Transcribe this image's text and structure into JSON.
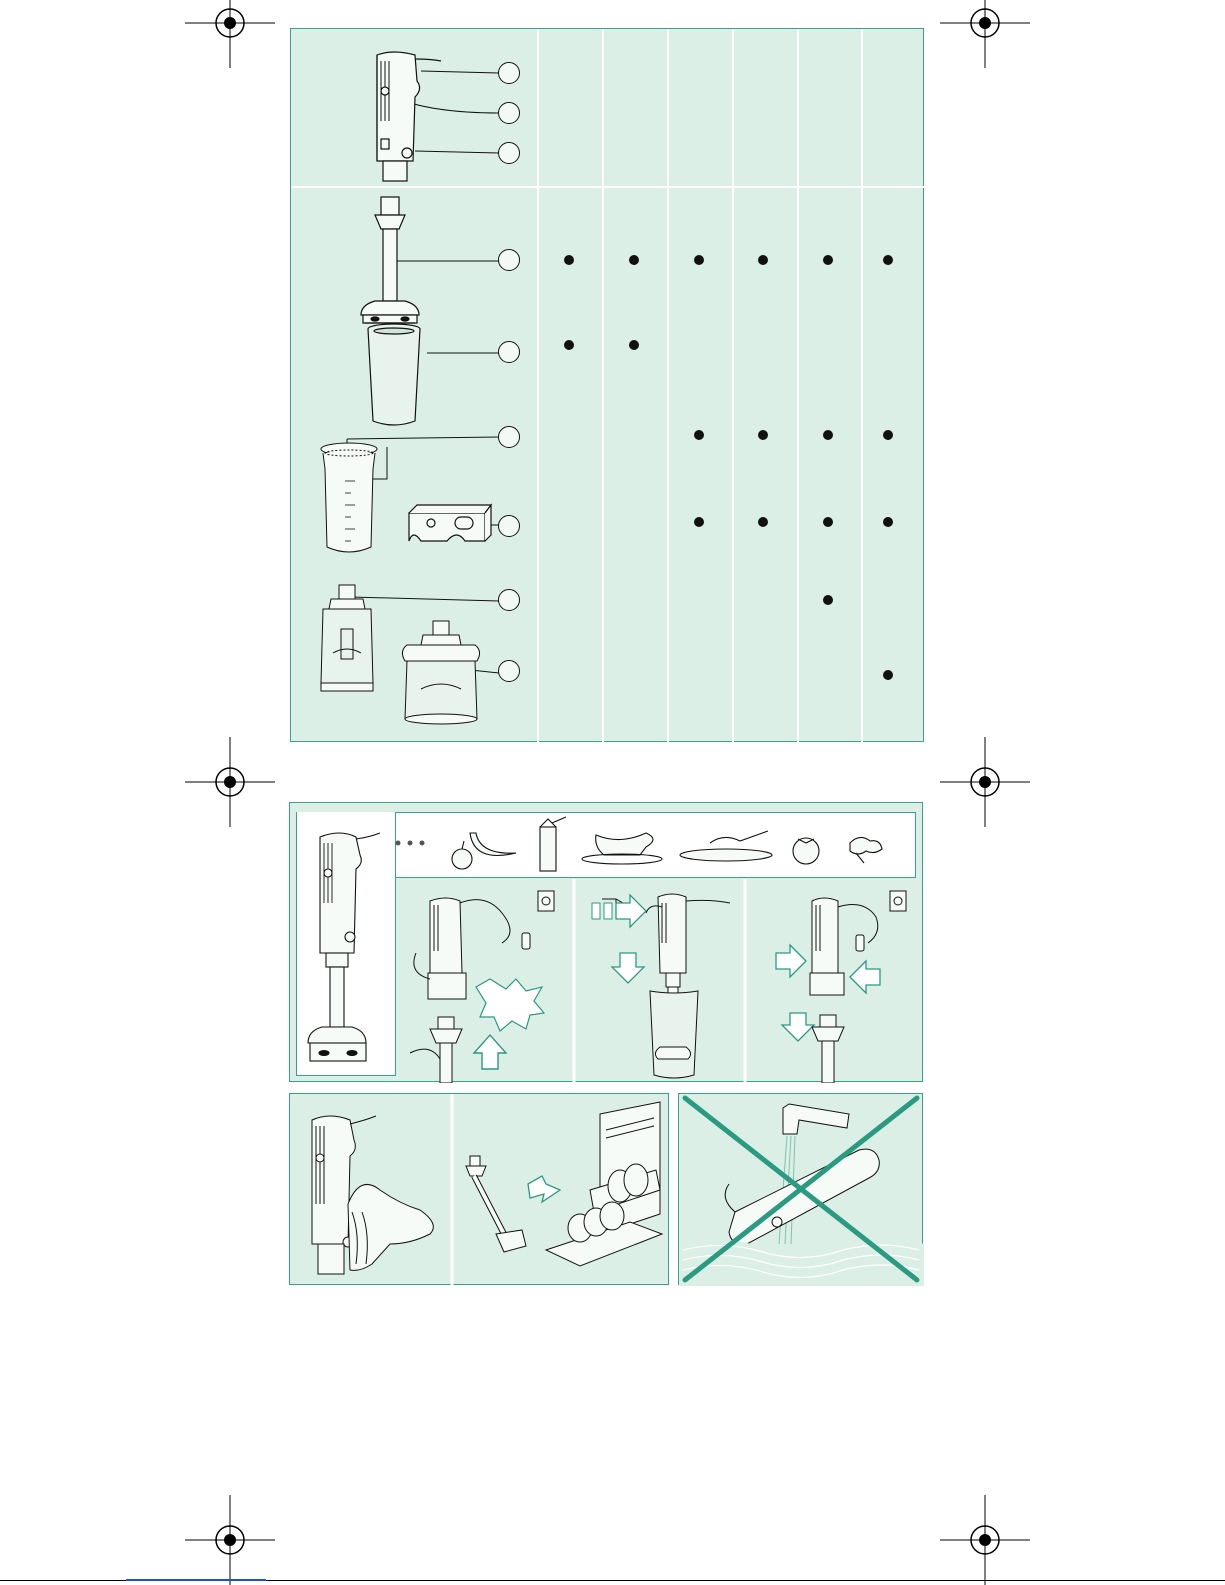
{
  "colors": {
    "panel_bg": "#dcefe6",
    "panel_border": "#3aa18a",
    "accent_teal": "#2a9a80",
    "line": "#111111"
  },
  "chart": {
    "columns": 6,
    "rows": [
      {
        "item": "blender-shaft",
        "dots": [
          1,
          1,
          1,
          1,
          1,
          1
        ]
      },
      {
        "item": "beaker",
        "dots": [
          1,
          1,
          0,
          0,
          0,
          0
        ]
      },
      {
        "item": "measuring-beaker-with-lid",
        "dots": [
          0,
          0,
          1,
          1,
          1,
          1
        ]
      },
      {
        "item": "wall-bracket",
        "dots": [
          0,
          0,
          1,
          1,
          1,
          1
        ]
      },
      {
        "item": "small-chopper",
        "dots": [
          0,
          0,
          0,
          0,
          1,
          0
        ]
      },
      {
        "item": "large-chopper",
        "dots": [
          0,
          0,
          0,
          0,
          0,
          1
        ]
      }
    ]
  },
  "icons": {
    "registration": "crosshair-registration-icon",
    "food": [
      "apple-banana-icon",
      "milk-carton-icon",
      "sauce-boat-icon",
      "plate-spoon-icon",
      "tomato-icon",
      "parsley-icon"
    ],
    "steps": [
      "attach-shaft-illustration",
      "blend-in-beaker-illustration",
      "detach-shaft-illustration"
    ],
    "care": [
      "wipe-motor-illustration",
      "dishwasher-illustration",
      "no-water-immersion-illustration"
    ]
  }
}
